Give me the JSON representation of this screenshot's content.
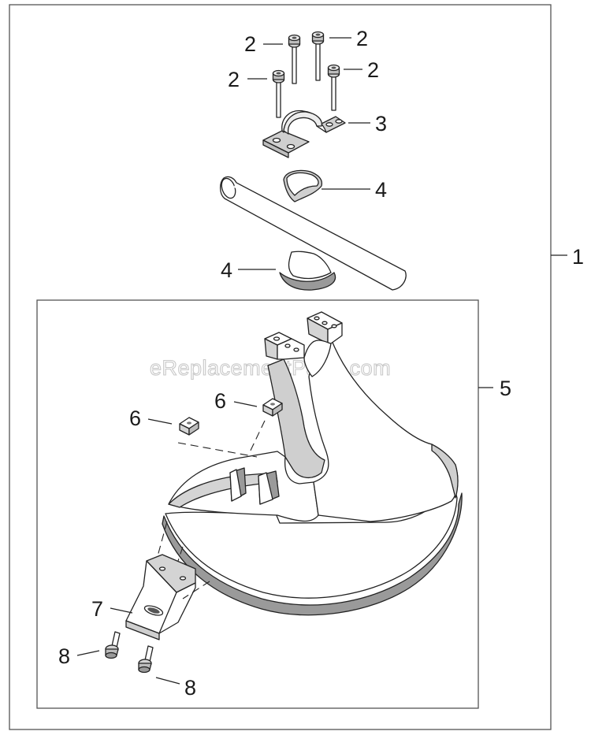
{
  "watermark": "eReplacementParts.com",
  "callouts": {
    "assembly": "1",
    "bolt_a": "2",
    "bolt_b": "2",
    "bolt_c": "2",
    "bolt_d": "2",
    "clamp": "3",
    "spacer_top": "4",
    "spacer_bottom": "4",
    "guard": "5",
    "nut_left": "6",
    "nut_right": "6",
    "bracket": "7",
    "screw_left": "8",
    "screw_right": "8"
  },
  "colors": {
    "line": "#222222",
    "fill_light": "#ffffff",
    "fill_shade": "#d4d4d4",
    "fill_dark": "#9a9a9a"
  }
}
